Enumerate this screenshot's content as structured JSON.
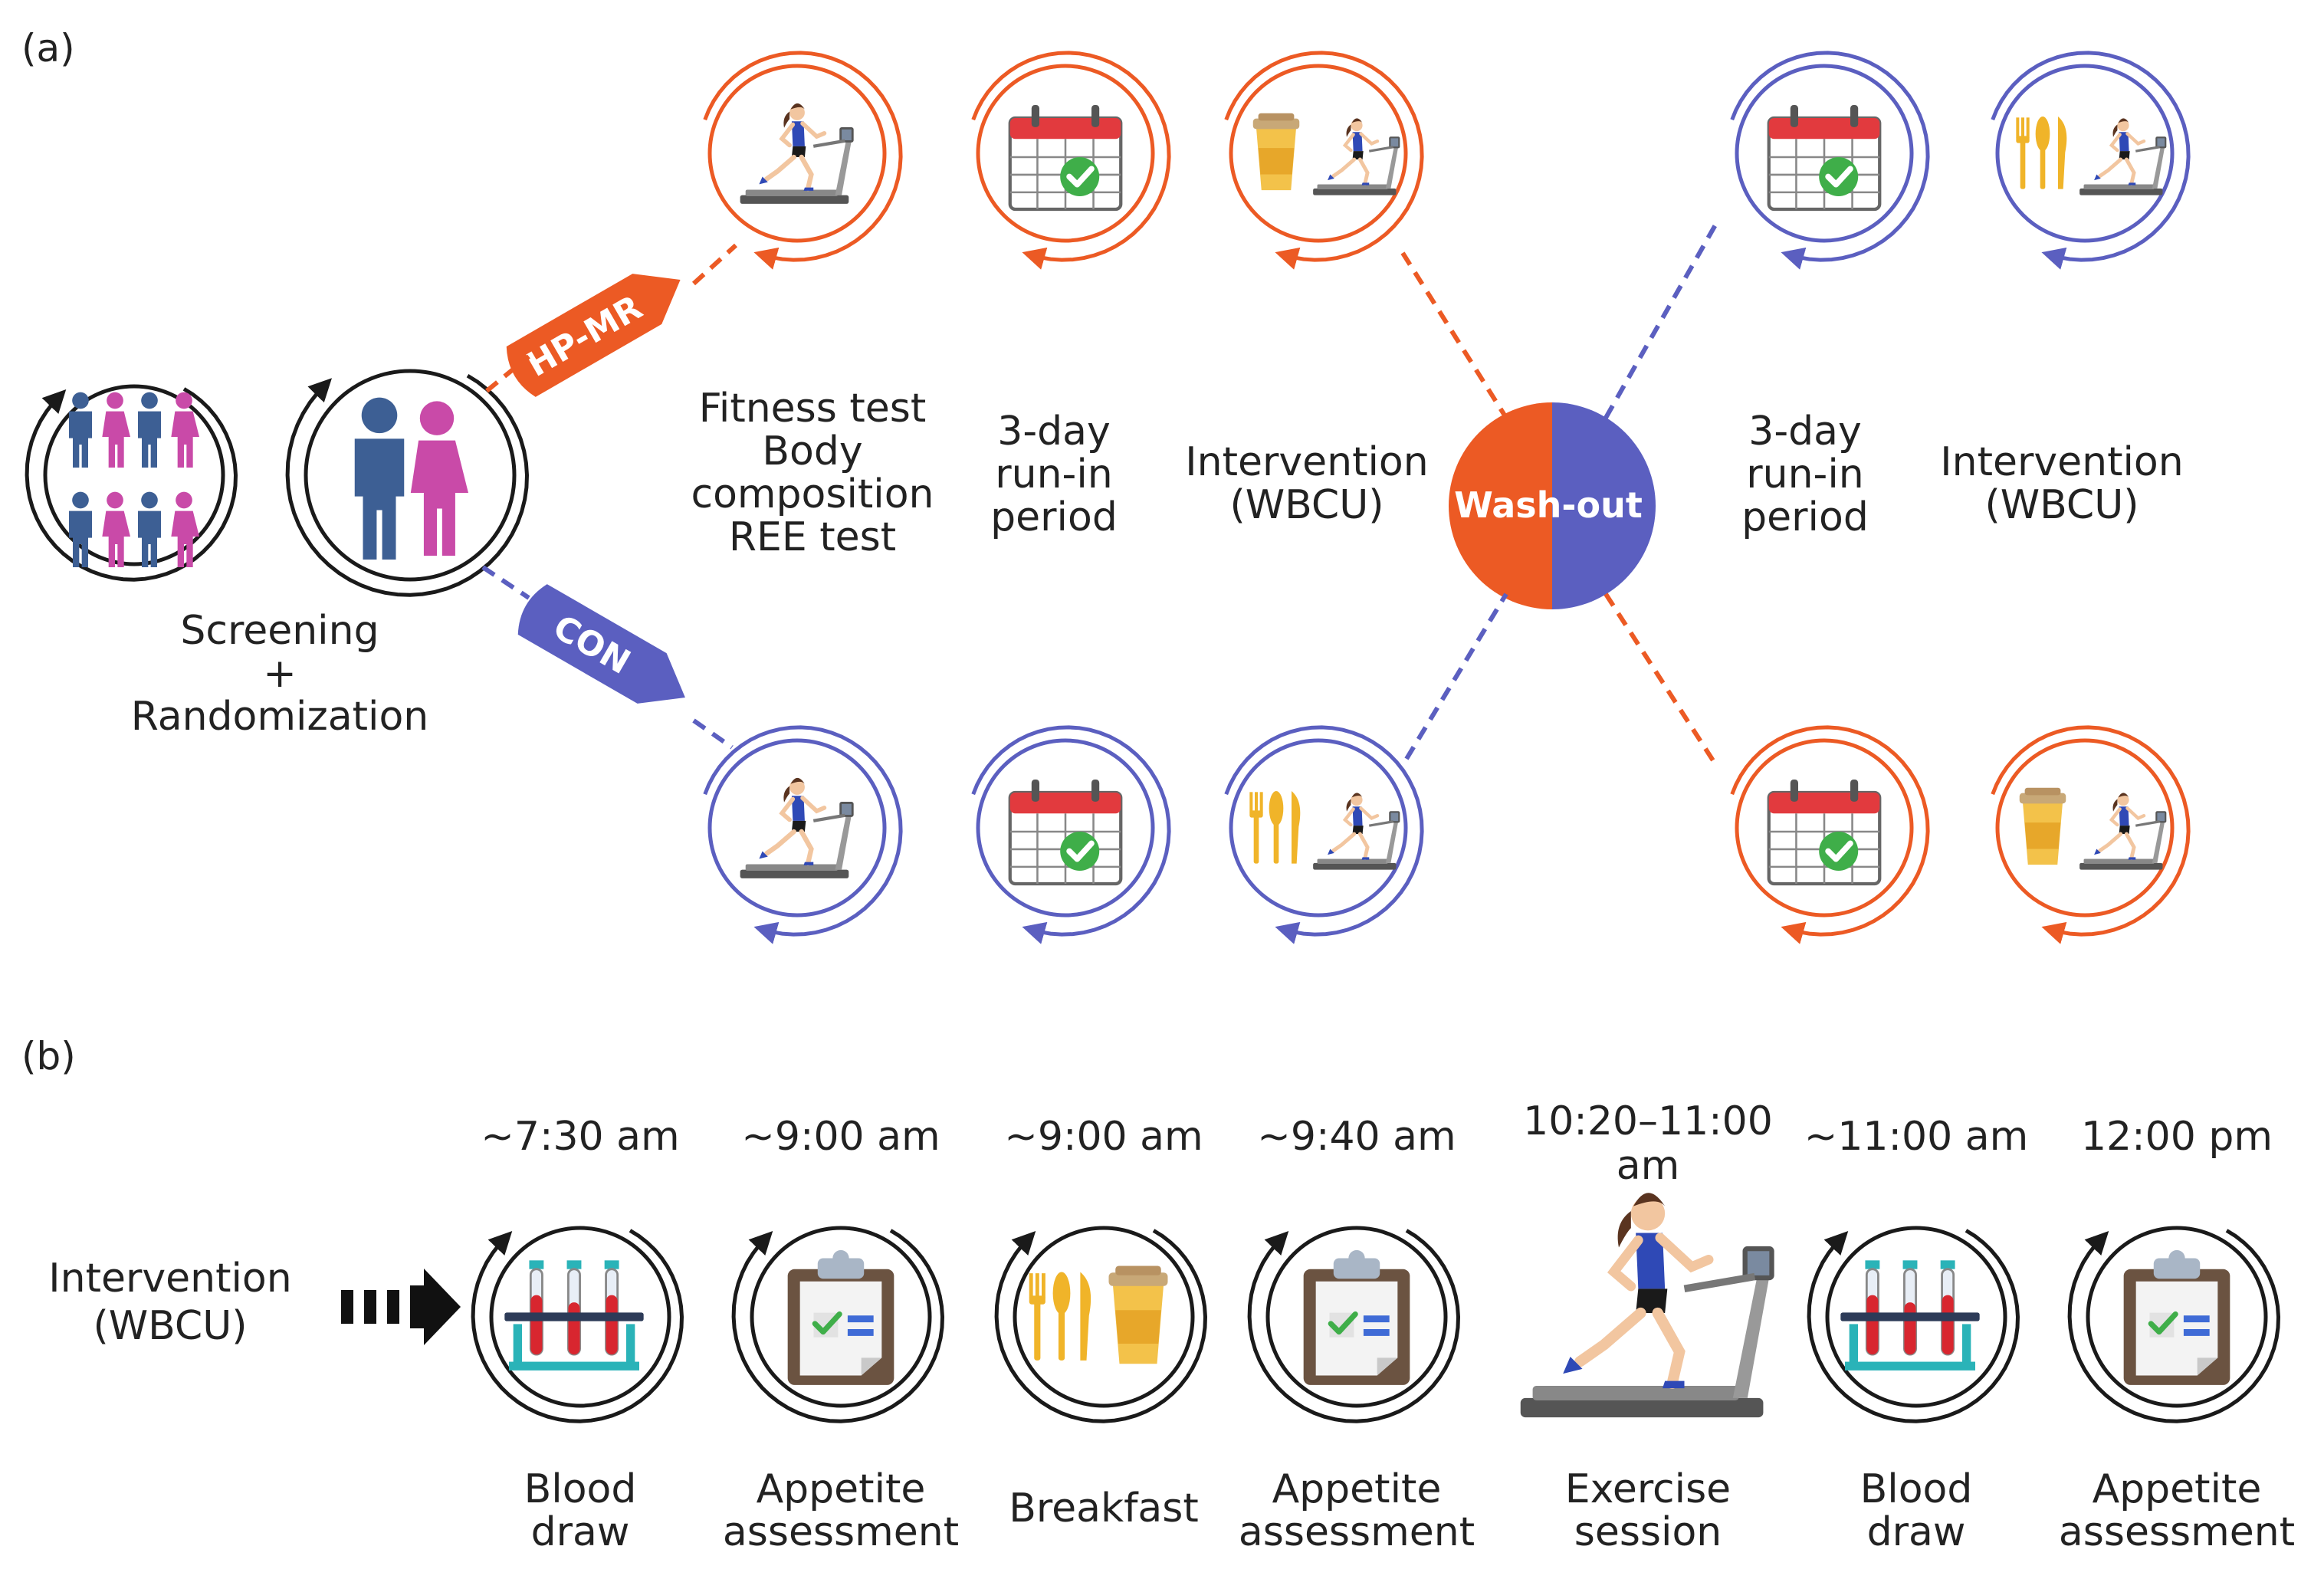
{
  "colors": {
    "orange": "#ec5a24",
    "purple": "#5b5fc0",
    "dark": "#1a1a1a"
  },
  "panel_a": {
    "label": "(a)",
    "screening": [
      "Screening",
      "+",
      "Randomization"
    ],
    "tag_top": "HP-MR",
    "tag_bottom": "CON",
    "col1": [
      "Fitness test",
      "Body",
      "composition",
      "REE test"
    ],
    "col2": [
      "3-day",
      "run-in",
      "period"
    ],
    "col3": [
      "Intervention",
      "(WBCU)"
    ],
    "washout": "Wash-out",
    "col4": [
      "3-day",
      "run-in",
      "period"
    ],
    "col5": [
      "Intervention",
      "(WBCU)"
    ]
  },
  "panel_b": {
    "label": "(b)",
    "intervention": [
      "Intervention",
      "(WBCU)"
    ],
    "steps": [
      {
        "time": [
          "~7:30 am"
        ],
        "label": [
          "Blood",
          "draw"
        ],
        "icon": "blood-tubes-icon"
      },
      {
        "time": [
          "~9:00 am"
        ],
        "label": [
          "Appetite",
          "assessment"
        ],
        "icon": "clipboard-icon"
      },
      {
        "time": [
          "~9:00 am"
        ],
        "label": [
          "Breakfast"
        ],
        "icon": "meal-icon"
      },
      {
        "time": [
          "~9:40 am"
        ],
        "label": [
          "Appetite",
          "assessment"
        ],
        "icon": "clipboard-icon"
      },
      {
        "time": [
          "10:20–11:00",
          "am"
        ],
        "label": [
          "Exercise",
          "session"
        ],
        "icon": "treadmill-runner-icon"
      },
      {
        "time": [
          "~11:00 am"
        ],
        "label": [
          "Blood",
          "draw"
        ],
        "icon": "blood-tubes-icon"
      },
      {
        "time": [
          "12:00 pm"
        ],
        "label": [
          "Appetite",
          "assessment"
        ],
        "icon": "clipboard-icon"
      }
    ]
  }
}
